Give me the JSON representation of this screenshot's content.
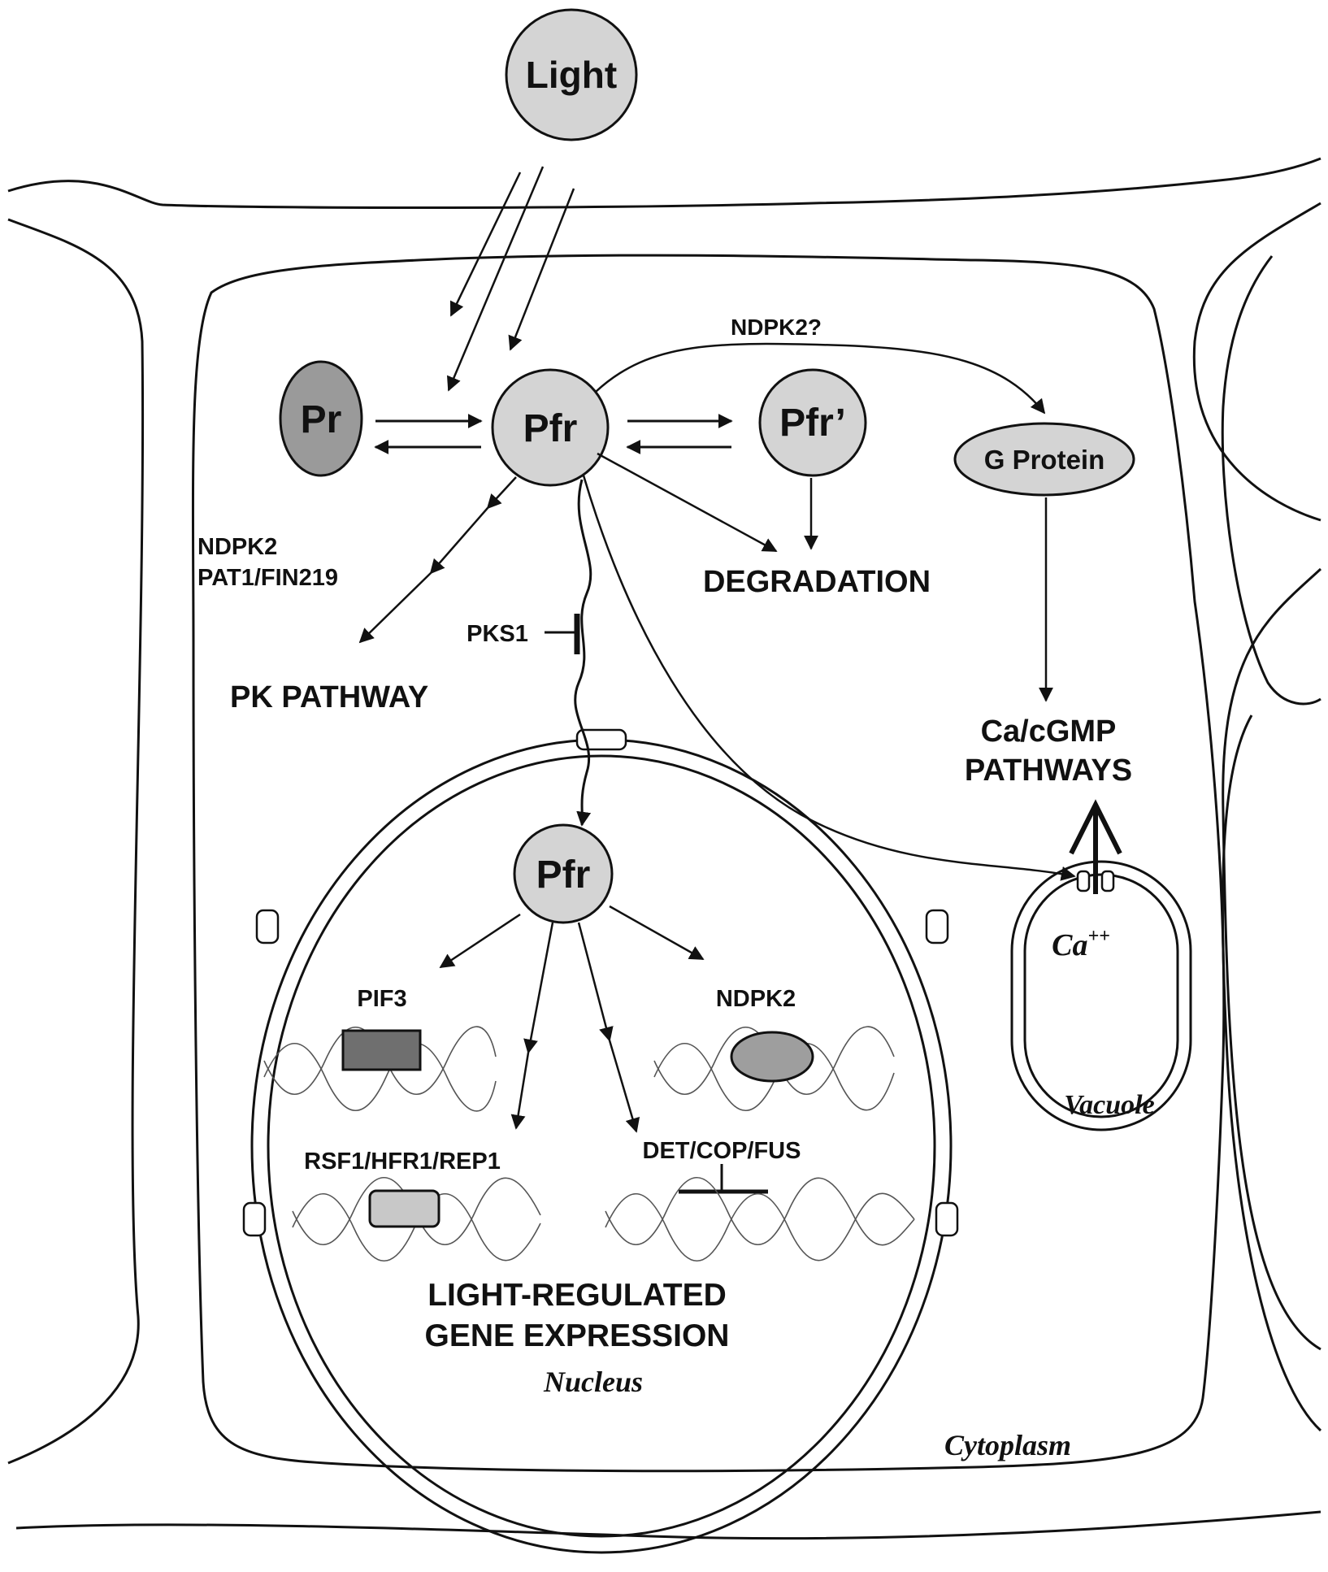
{
  "nodes": {
    "light": "Light",
    "pr": "Pr",
    "pfr": "Pfr",
    "pfr_prime": "Pfr’",
    "g_protein": "G Protein",
    "pfr_nucleus": "Pfr"
  },
  "labels": {
    "ndpk2_question": "NDPK2?",
    "ndpk2_line1": "NDPK2",
    "ndpk2_line2": "PAT1/FIN219",
    "pk_pathway": "PK PATHWAY",
    "pks1": "PKS1",
    "degradation": "DEGRADATION",
    "ca_pathways_line1": "Ca/cGMP",
    "ca_pathways_line2": "PATHWAYS",
    "ca_ion": "Ca",
    "ca_ion_sup": "++",
    "pif3": "PIF3",
    "ndpk2_nucleus": "NDPK2",
    "rsf1": "RSF1/HFR1/REP1",
    "det_cop_fus": "DET/COP/FUS",
    "light_regulated_line1": "LIGHT-REGULATED",
    "light_regulated_line2": "GENE EXPRESSION"
  },
  "compartments": {
    "nucleus": "Nucleus",
    "vacuole": "Vacuole",
    "cytoplasm": "Cytoplasm"
  },
  "colors": {
    "node_fill": "#d4d4d4",
    "pr_fill": "#9a9a9a",
    "pif3_box": "#6f6f6f",
    "rsf1_box": "#c8c8c8",
    "ndpk2_oval": "#9e9e9e",
    "stroke": "#111111"
  }
}
